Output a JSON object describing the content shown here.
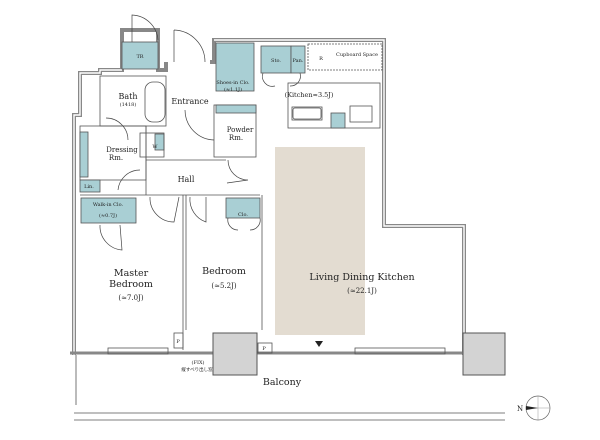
{
  "rooms": {
    "tr": "TR",
    "bath": "Bath",
    "bath_size": "(1418)",
    "entrance": "Entrance",
    "shoes_in_closet": "Shoes-in Clo.",
    "shoes_in_closet_size": "(≈1.1J)",
    "storage": "Sto.",
    "pantry": "Pan.",
    "refrigerator": "R",
    "cupboard_space": "Cupboard Space",
    "kitchen": "(Kitchen≈3.5J)",
    "powder_room_1": "Powder",
    "powder_room_2": "Rm.",
    "dressing_room_1": "Dressing",
    "dressing_room_2": "Rm.",
    "washer": "W",
    "linen": "Lin.",
    "hall": "Hall",
    "walk_in_closet": "Walk-in Clo.",
    "walk_in_closet_size": "(≈0.7J)",
    "closet": "Clo.",
    "master_bedroom_1": "Master",
    "master_bedroom_2": "Bedroom",
    "master_bedroom_size": "(≈7.0J)",
    "bedroom": "Bedroom",
    "bedroom_size": "(≈5.2J)",
    "ldk": "Living Dining Kitchen",
    "ldk_size": "(≈22.1J)",
    "pipe_space_1": "P",
    "pipe_space_2": "P",
    "fix_window": "(FIX)",
    "fix_window_note": "縦すべり出し窓",
    "balcony": "Balcony",
    "north": "N"
  },
  "colors": {
    "teal": "#a9cfd4",
    "ldk_floor": "#e3dcd1",
    "wall": "#888888"
  }
}
